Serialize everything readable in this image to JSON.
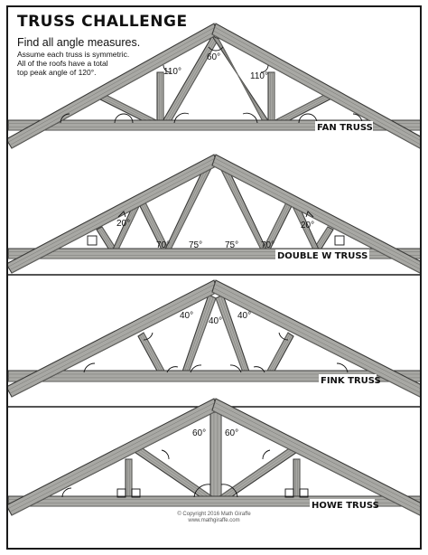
{
  "header": {
    "title": "TRUSS CHALLENGE",
    "subtitle": "Find all angle measures.",
    "note_line1": "Assume  each truss is symmetric.",
    "note_line2": "All of the roofs have a total",
    "note_line3": "top peak angle of 120°."
  },
  "trusses": [
    {
      "name": "FAN TRUSS",
      "angles": [
        "60°",
        "110°",
        "110°"
      ]
    },
    {
      "name": "DOUBLE W TRUSS",
      "angles": [
        "20°",
        "20°",
        "70°",
        "75°",
        "75°",
        "70°"
      ]
    },
    {
      "name": "FINK TRUSS",
      "angles": [
        "40°",
        "40°",
        "40°"
      ]
    },
    {
      "name": "HOWE TRUSS",
      "angles": [
        "60°",
        "60°"
      ]
    }
  ],
  "footer": {
    "copyright": "© Copyright 2016 Math Giraffe",
    "site": "www.mathgiraffe.com"
  }
}
